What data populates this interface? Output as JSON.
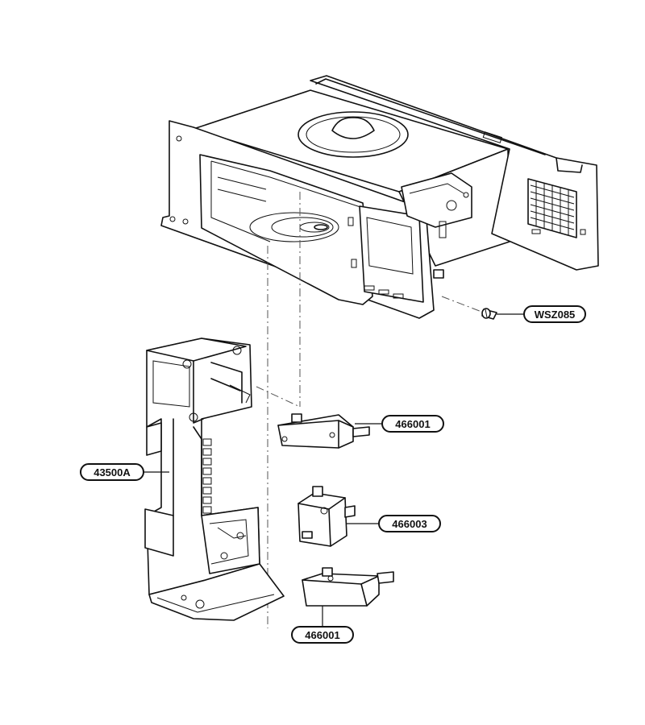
{
  "callouts": {
    "screw": "WSZ085",
    "switch_top": "466001",
    "switch_mid": "466003",
    "switch_bottom": "466001",
    "latch_board": "43500A"
  }
}
